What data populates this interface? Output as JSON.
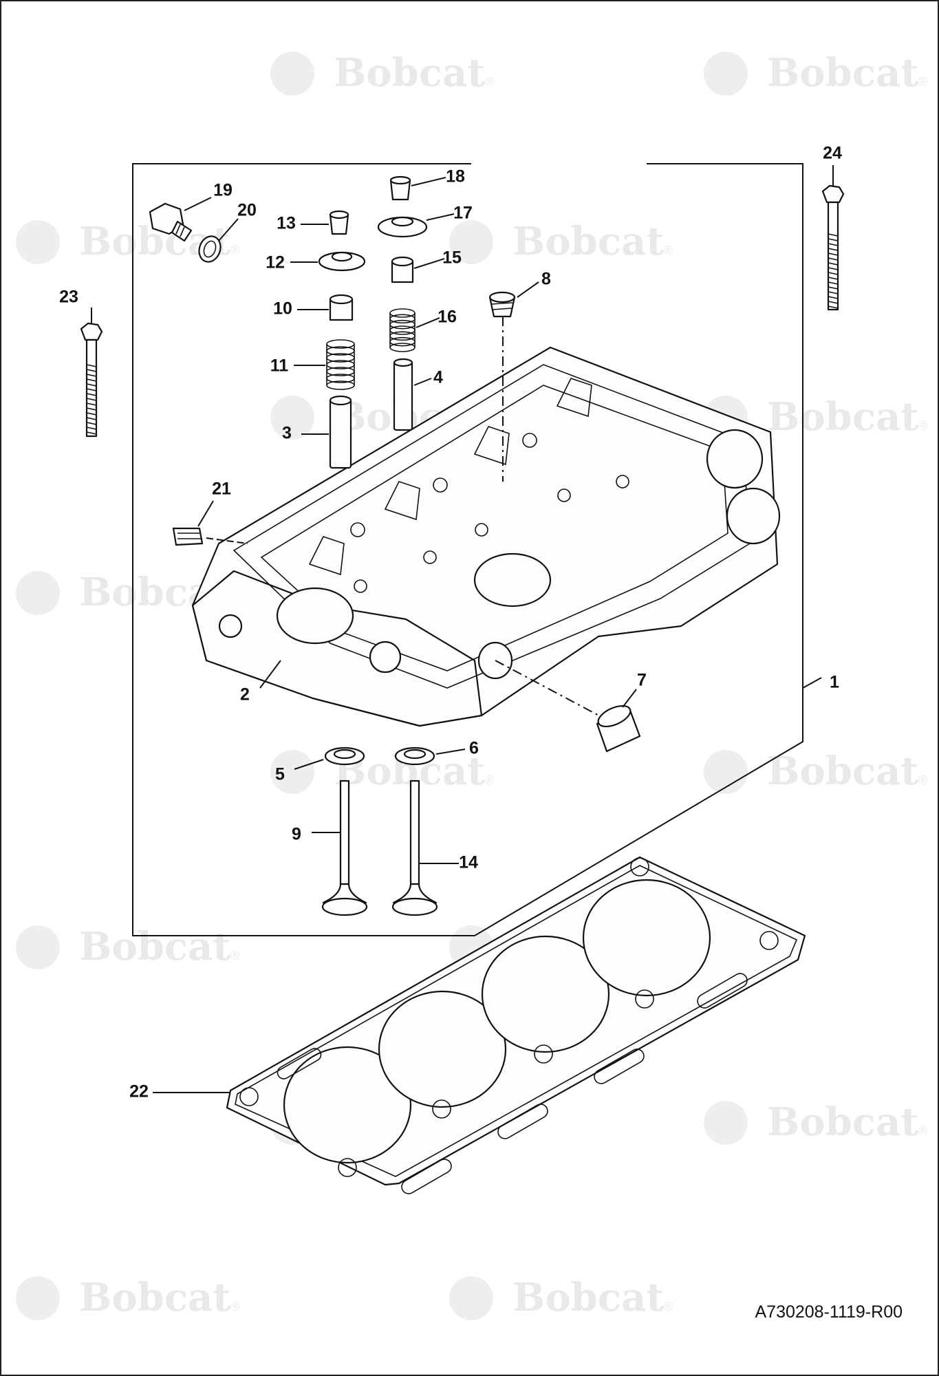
{
  "figure_id": "A730208-1119-R00",
  "watermark": {
    "brand": "Bobcat",
    "mark": "®"
  },
  "callouts": [
    {
      "n": "1",
      "part": "cylinder-head-assembly"
    },
    {
      "n": "2",
      "part": "cylinder-head"
    },
    {
      "n": "3",
      "part": "valve-guide"
    },
    {
      "n": "4",
      "part": "valve-guide"
    },
    {
      "n": "5",
      "part": "valve-seat"
    },
    {
      "n": "6",
      "part": "valve-seat"
    },
    {
      "n": "7",
      "part": "plug"
    },
    {
      "n": "8",
      "part": "nozzle-sleeve"
    },
    {
      "n": "9",
      "part": "intake-valve"
    },
    {
      "n": "10",
      "part": "valve-stem-seal"
    },
    {
      "n": "11",
      "part": "valve-spring"
    },
    {
      "n": "12",
      "part": "spring-retainer"
    },
    {
      "n": "13",
      "part": "valve-collet"
    },
    {
      "n": "14",
      "part": "exhaust-valve"
    },
    {
      "n": "15",
      "part": "valve-stem-seal"
    },
    {
      "n": "16",
      "part": "valve-spring"
    },
    {
      "n": "17",
      "part": "spring-retainer"
    },
    {
      "n": "18",
      "part": "valve-collet"
    },
    {
      "n": "19",
      "part": "plug-bolt"
    },
    {
      "n": "20",
      "part": "washer"
    },
    {
      "n": "21",
      "part": "plug"
    },
    {
      "n": "22",
      "part": "head-gasket"
    },
    {
      "n": "23",
      "part": "head-bolt"
    },
    {
      "n": "24",
      "part": "head-bolt"
    }
  ]
}
